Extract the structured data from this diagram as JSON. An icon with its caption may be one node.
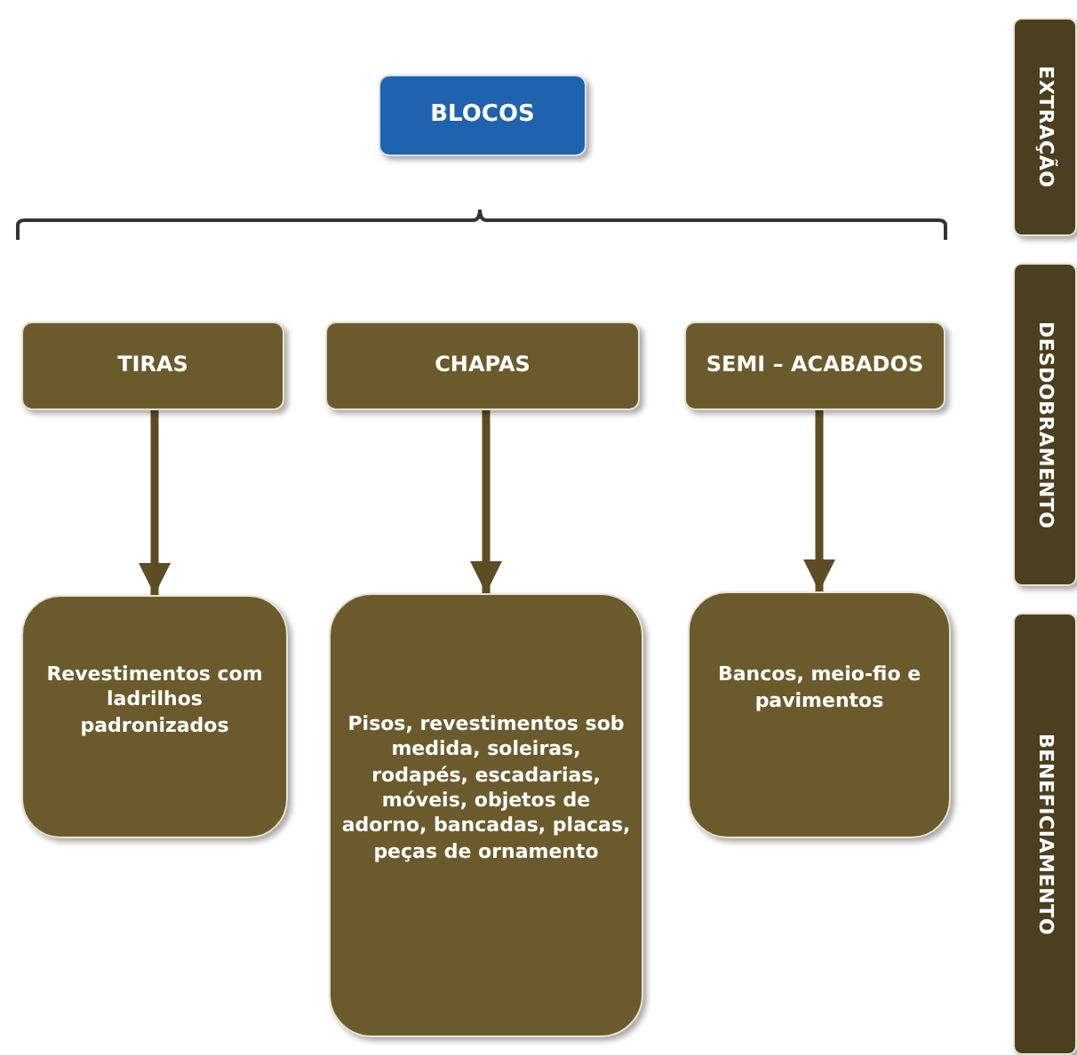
{
  "diagram": {
    "nodes": [
      {
        "text": [
          "BLOCOS"
        ]
      },
      {
        "text": [
          "TIRAS"
        ]
      },
      {
        "text": [
          "CHAPAS"
        ]
      },
      {
        "text": [
          "SEMI – ACABADOS"
        ]
      },
      {
        "text": [
          "Revestimentos com ladrilhos padronizados"
        ]
      },
      {
        "text": [
          "Pisos, revestimentos sob medida, soleiras, rodapés, escadarias, móveis, objetos de adorno, bancadas, placas, peças de ornamento"
        ]
      },
      {
        "text": [
          "Bancos, meio-fio e pavimentos"
        ]
      },
      {
        "text": [
          "EXTRAÇÃO"
        ]
      },
      {
        "text": [
          "DESDOBRAMENTO"
        ]
      },
      {
        "text": [
          "BENEFICIAMENTO"
        ]
      }
    ],
    "edges": [
      {
        "from": 1,
        "to": 4,
        "arrow": "to"
      },
      {
        "from": 2,
        "to": 5,
        "arrow": "to"
      },
      {
        "from": 3,
        "to": 6,
        "arrow": "to"
      }
    ]
  }
}
